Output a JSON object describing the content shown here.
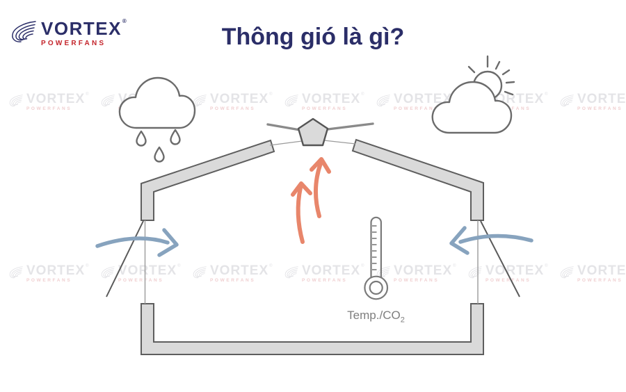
{
  "header": {
    "logo": {
      "brand": "VORTEX",
      "sub": "POWERFANS",
      "registered": "®"
    },
    "title": "Thông gió là gì?"
  },
  "watermark": {
    "brand": "VORTEX",
    "sub": "POWERFANS",
    "registered": "®"
  },
  "diagram": {
    "thermometer_label": "Temp./CO",
    "thermometer_label_sub": "2",
    "icons": [
      "rain-cloud-icon",
      "sun-cloud-icon",
      "thermometer-icon",
      "ridge-vent",
      "window-left",
      "window-right",
      "intake-arrow-left",
      "intake-arrow-right",
      "exhaust-arrow-left",
      "exhaust-arrow-right"
    ]
  },
  "colors": {
    "navy": "#2b2e68",
    "red": "#c4242b",
    "wall": "#dadada",
    "outline": "#5e5e5e",
    "blue": "#87a3be",
    "orange": "#e8866b",
    "icon_gray": "#6b6b6b",
    "watermark_gray": "#e4e4e7",
    "watermark_red": "#f0cfd0",
    "label_gray": "#7e7e7e"
  }
}
